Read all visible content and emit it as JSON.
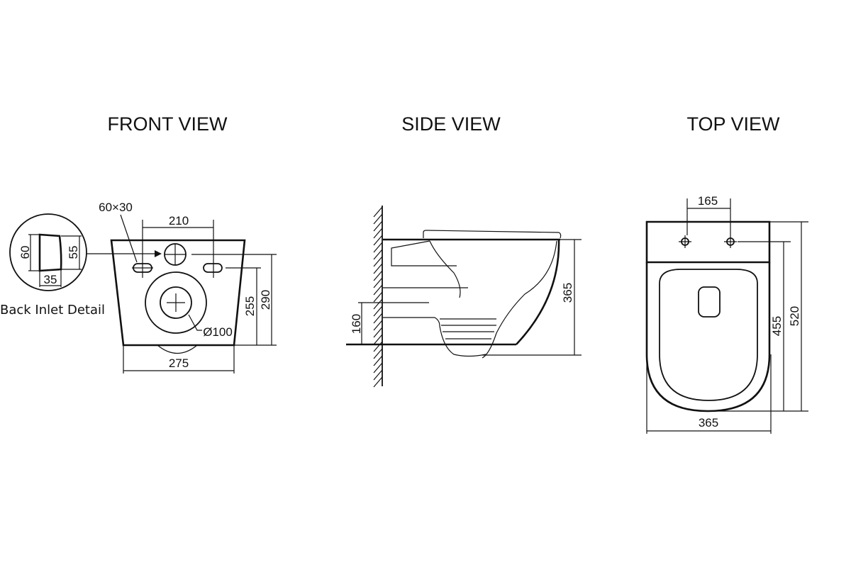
{
  "views": {
    "front": {
      "title": "FRONT VIEW",
      "detail_label": "Back Inlet Detail",
      "detail_dims": {
        "height_outer": "60",
        "height_inner": "55",
        "width": "35"
      },
      "slot_size": "60×30",
      "hole_spacing": "210",
      "outlet_diameter": "Ø100",
      "height_slots": "255",
      "height_inlet": "290",
      "width": "275"
    },
    "side": {
      "title": "SIDE VIEW",
      "outlet_height": "160",
      "total_height": "365"
    },
    "top": {
      "title": "TOP VIEW",
      "hole_spacing": "165",
      "length_from_holes": "455",
      "total_length": "520",
      "width": "365"
    }
  }
}
